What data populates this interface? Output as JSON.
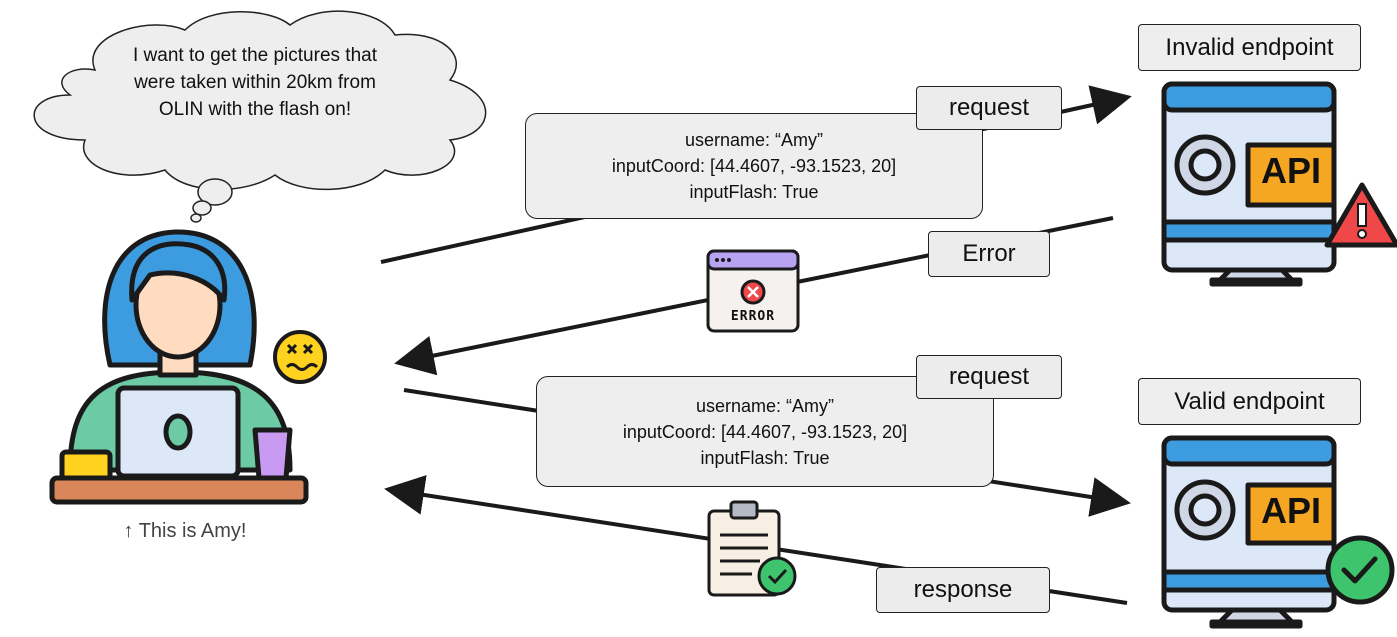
{
  "thought_bubble": {
    "text": "I want to get the pictures that\nwere taken within 20km from\nOLIN with the flash on!"
  },
  "user": {
    "caption": "↑ This is Amy!"
  },
  "invalid_flow": {
    "endpoint_label": "Invalid endpoint",
    "request_label": "request",
    "payload": "username: “Amy”\ninputCoord: [44.4607, -93.1523, 20]\ninputFlash: True",
    "error_label": "Error",
    "error_icon_text": "ERROR"
  },
  "valid_flow": {
    "endpoint_label": "Valid endpoint",
    "request_label": "request",
    "payload": "username: “Amy”\ninputCoord: [44.4607, -93.1523, 20]\ninputFlash: True",
    "response_label": "response"
  },
  "monitor_text": "API",
  "colors": {
    "hair": "#3d9be0",
    "shirt": "#6ccaa5",
    "skin": "#ffdcc0",
    "desk": "#d9875a",
    "api_orange": "#f5a623",
    "monitor_screen": "#dce8f7",
    "warning_red": "#f04848",
    "success_green": "#3ec46d",
    "emoji_yellow": "#ffd21f"
  }
}
